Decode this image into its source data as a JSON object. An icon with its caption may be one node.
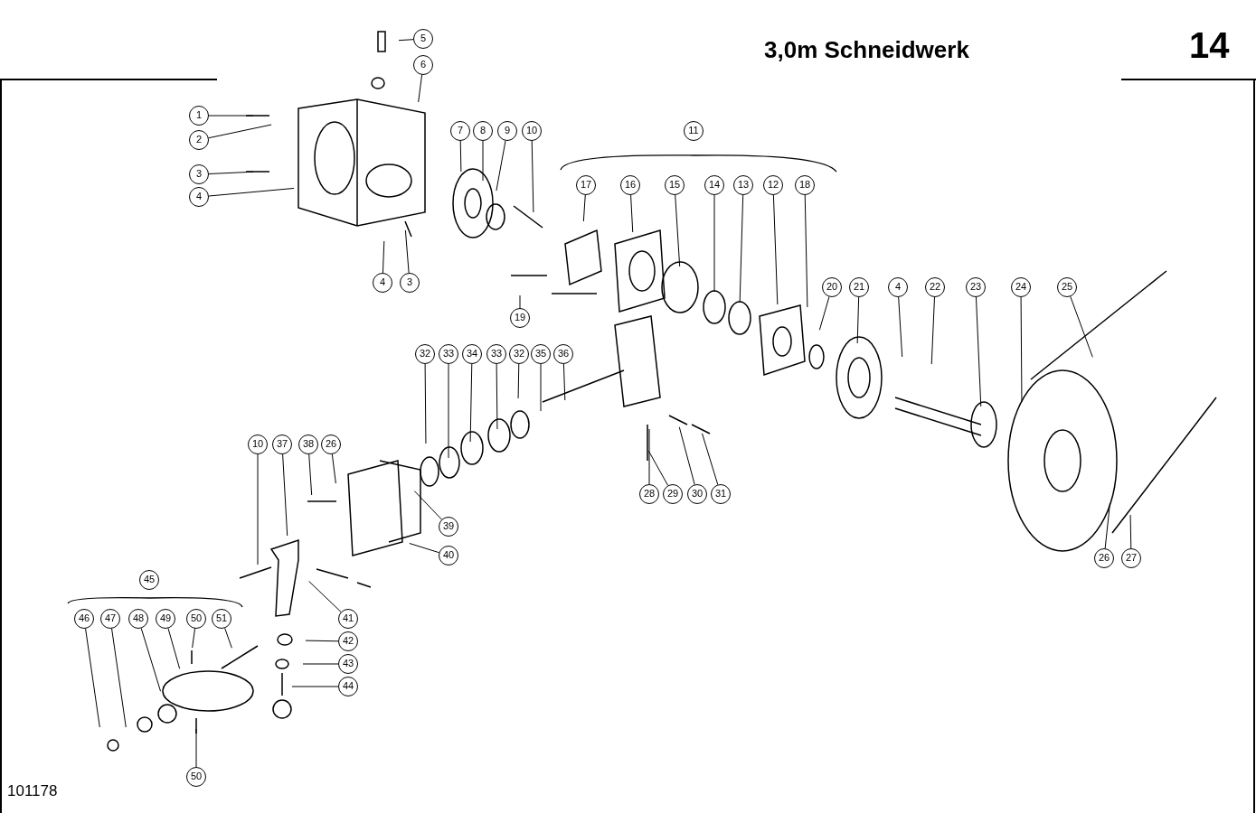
{
  "diagram": {
    "title": "3,0m Schneidwerk",
    "nodes": [
      {
        "text": [
          "5"
        ]
      },
      {
        "text": [
          "6"
        ]
      },
      {
        "text": [
          "1"
        ]
      },
      {
        "text": [
          "2"
        ]
      },
      {
        "text": [
          "7"
        ]
      },
      {
        "text": [
          "8"
        ]
      },
      {
        "text": [
          "9"
        ]
      },
      {
        "text": [
          "10"
        ]
      },
      {
        "text": [
          "11"
        ]
      },
      {
        "text": [
          "3"
        ]
      },
      {
        "text": [
          "4"
        ]
      },
      {
        "text": [
          "17"
        ]
      },
      {
        "text": [
          "16"
        ]
      },
      {
        "text": [
          "15"
        ]
      },
      {
        "text": [
          "14"
        ]
      },
      {
        "text": [
          "13"
        ]
      },
      {
        "text": [
          "12"
        ]
      },
      {
        "text": [
          "18"
        ]
      },
      {
        "text": [
          "4"
        ]
      },
      {
        "text": [
          "3"
        ]
      },
      {
        "text": [
          "20"
        ]
      },
      {
        "text": [
          "21"
        ]
      },
      {
        "text": [
          "4"
        ]
      },
      {
        "text": [
          "22"
        ]
      },
      {
        "text": [
          "23"
        ]
      },
      {
        "text": [
          "24"
        ]
      },
      {
        "text": [
          "25"
        ]
      },
      {
        "text": [
          "19"
        ]
      },
      {
        "text": [
          "32"
        ]
      },
      {
        "text": [
          "33"
        ]
      },
      {
        "text": [
          "34"
        ]
      },
      {
        "text": [
          "33"
        ]
      },
      {
        "text": [
          "32"
        ]
      },
      {
        "text": [
          "35"
        ]
      },
      {
        "text": [
          "36"
        ]
      },
      {
        "text": [
          "10"
        ]
      },
      {
        "text": [
          "37"
        ]
      },
      {
        "text": [
          "38"
        ]
      },
      {
        "text": [
          "26"
        ]
      },
      {
        "text": [
          "28"
        ]
      },
      {
        "text": [
          "29"
        ]
      },
      {
        "text": [
          "30"
        ]
      },
      {
        "text": [
          "31"
        ]
      },
      {
        "text": [
          "39"
        ]
      },
      {
        "text": [
          "40"
        ]
      },
      {
        "text": [
          "26"
        ]
      },
      {
        "text": [
          "27"
        ]
      },
      {
        "text": [
          "45"
        ]
      },
      {
        "text": [
          "46"
        ]
      },
      {
        "text": [
          "47"
        ]
      },
      {
        "text": [
          "48"
        ]
      },
      {
        "text": [
          "49"
        ]
      },
      {
        "text": [
          "50"
        ]
      },
      {
        "text": [
          "51"
        ]
      },
      {
        "text": [
          "41"
        ]
      },
      {
        "text": [
          "42"
        ]
      },
      {
        "text": [
          "43"
        ]
      },
      {
        "text": [
          "44"
        ]
      },
      {
        "text": [
          "50"
        ]
      }
    ],
    "edges": [
      {
        "from": 0,
        "to": null,
        "arrow": "none"
      },
      {
        "from": 1,
        "to": null,
        "arrow": "none"
      },
      {
        "from": 2,
        "to": null,
        "arrow": "none"
      },
      {
        "from": 3,
        "to": null,
        "arrow": "none"
      },
      {
        "from": 4,
        "to": null,
        "arrow": "none"
      },
      {
        "from": 5,
        "to": null,
        "arrow": "none"
      },
      {
        "from": 6,
        "to": null,
        "arrow": "none"
      },
      {
        "from": 7,
        "to": null,
        "arrow": "none"
      },
      {
        "from": 9,
        "to": null,
        "arrow": "none"
      },
      {
        "from": 10,
        "to": null,
        "arrow": "none"
      },
      {
        "from": 11,
        "to": null,
        "arrow": "none"
      },
      {
        "from": 12,
        "to": null,
        "arrow": "none"
      },
      {
        "from": 13,
        "to": null,
        "arrow": "none"
      },
      {
        "from": 14,
        "to": null,
        "arrow": "none"
      },
      {
        "from": 15,
        "to": null,
        "arrow": "none"
      },
      {
        "from": 16,
        "to": null,
        "arrow": "none"
      },
      {
        "from": 17,
        "to": null,
        "arrow": "none"
      },
      {
        "from": 18,
        "to": null,
        "arrow": "none"
      },
      {
        "from": 19,
        "to": null,
        "arrow": "none"
      },
      {
        "from": 20,
        "to": null,
        "arrow": "none"
      },
      {
        "from": 21,
        "to": null,
        "arrow": "none"
      },
      {
        "from": 22,
        "to": null,
        "arrow": "none"
      },
      {
        "from": 23,
        "to": null,
        "arrow": "none"
      },
      {
        "from": 24,
        "to": null,
        "arrow": "none"
      },
      {
        "from": 25,
        "to": null,
        "arrow": "none"
      },
      {
        "from": 26,
        "to": null,
        "arrow": "none"
      },
      {
        "from": 27,
        "to": null,
        "arrow": "none"
      },
      {
        "from": 28,
        "to": null,
        "arrow": "none"
      },
      {
        "from": 29,
        "to": null,
        "arrow": "none"
      },
      {
        "from": 30,
        "to": null,
        "arrow": "none"
      },
      {
        "from": 31,
        "to": null,
        "arrow": "none"
      },
      {
        "from": 32,
        "to": null,
        "arrow": "none"
      },
      {
        "from": 33,
        "to": null,
        "arrow": "none"
      },
      {
        "from": 34,
        "to": null,
        "arrow": "none"
      },
      {
        "from": 35,
        "to": null,
        "arrow": "none"
      },
      {
        "from": 36,
        "to": null,
        "arrow": "none"
      },
      {
        "from": 37,
        "to": null,
        "arrow": "none"
      },
      {
        "from": 38,
        "to": null,
        "arrow": "none"
      },
      {
        "from": 39,
        "to": null,
        "arrow": "none"
      },
      {
        "from": 40,
        "to": null,
        "arrow": "none"
      },
      {
        "from": 41,
        "to": null,
        "arrow": "none"
      },
      {
        "from": 42,
        "to": null,
        "arrow": "none"
      },
      {
        "from": 43,
        "to": null,
        "arrow": "none"
      },
      {
        "from": 44,
        "to": null,
        "arrow": "none"
      },
      {
        "from": 45,
        "to": null,
        "arrow": "none"
      },
      {
        "from": 46,
        "to": null,
        "arrow": "none"
      },
      {
        "from": 48,
        "to": null,
        "arrow": "none"
      },
      {
        "from": 49,
        "to": null,
        "arrow": "none"
      },
      {
        "from": 50,
        "to": null,
        "arrow": "none"
      },
      {
        "from": 51,
        "to": null,
        "arrow": "none"
      },
      {
        "from": 52,
        "to": null,
        "arrow": "none"
      },
      {
        "from": 53,
        "to": null,
        "arrow": "none"
      },
      {
        "from": 54,
        "to": null,
        "arrow": "none"
      },
      {
        "from": 55,
        "to": null,
        "arrow": "none"
      },
      {
        "from": 56,
        "to": null,
        "arrow": "none"
      },
      {
        "from": 57,
        "to": null,
        "arrow": "none"
      },
      {
        "from": 58,
        "to": null,
        "arrow": "none"
      }
    ],
    "labels": [
      "14",
      "101178"
    ]
  }
}
